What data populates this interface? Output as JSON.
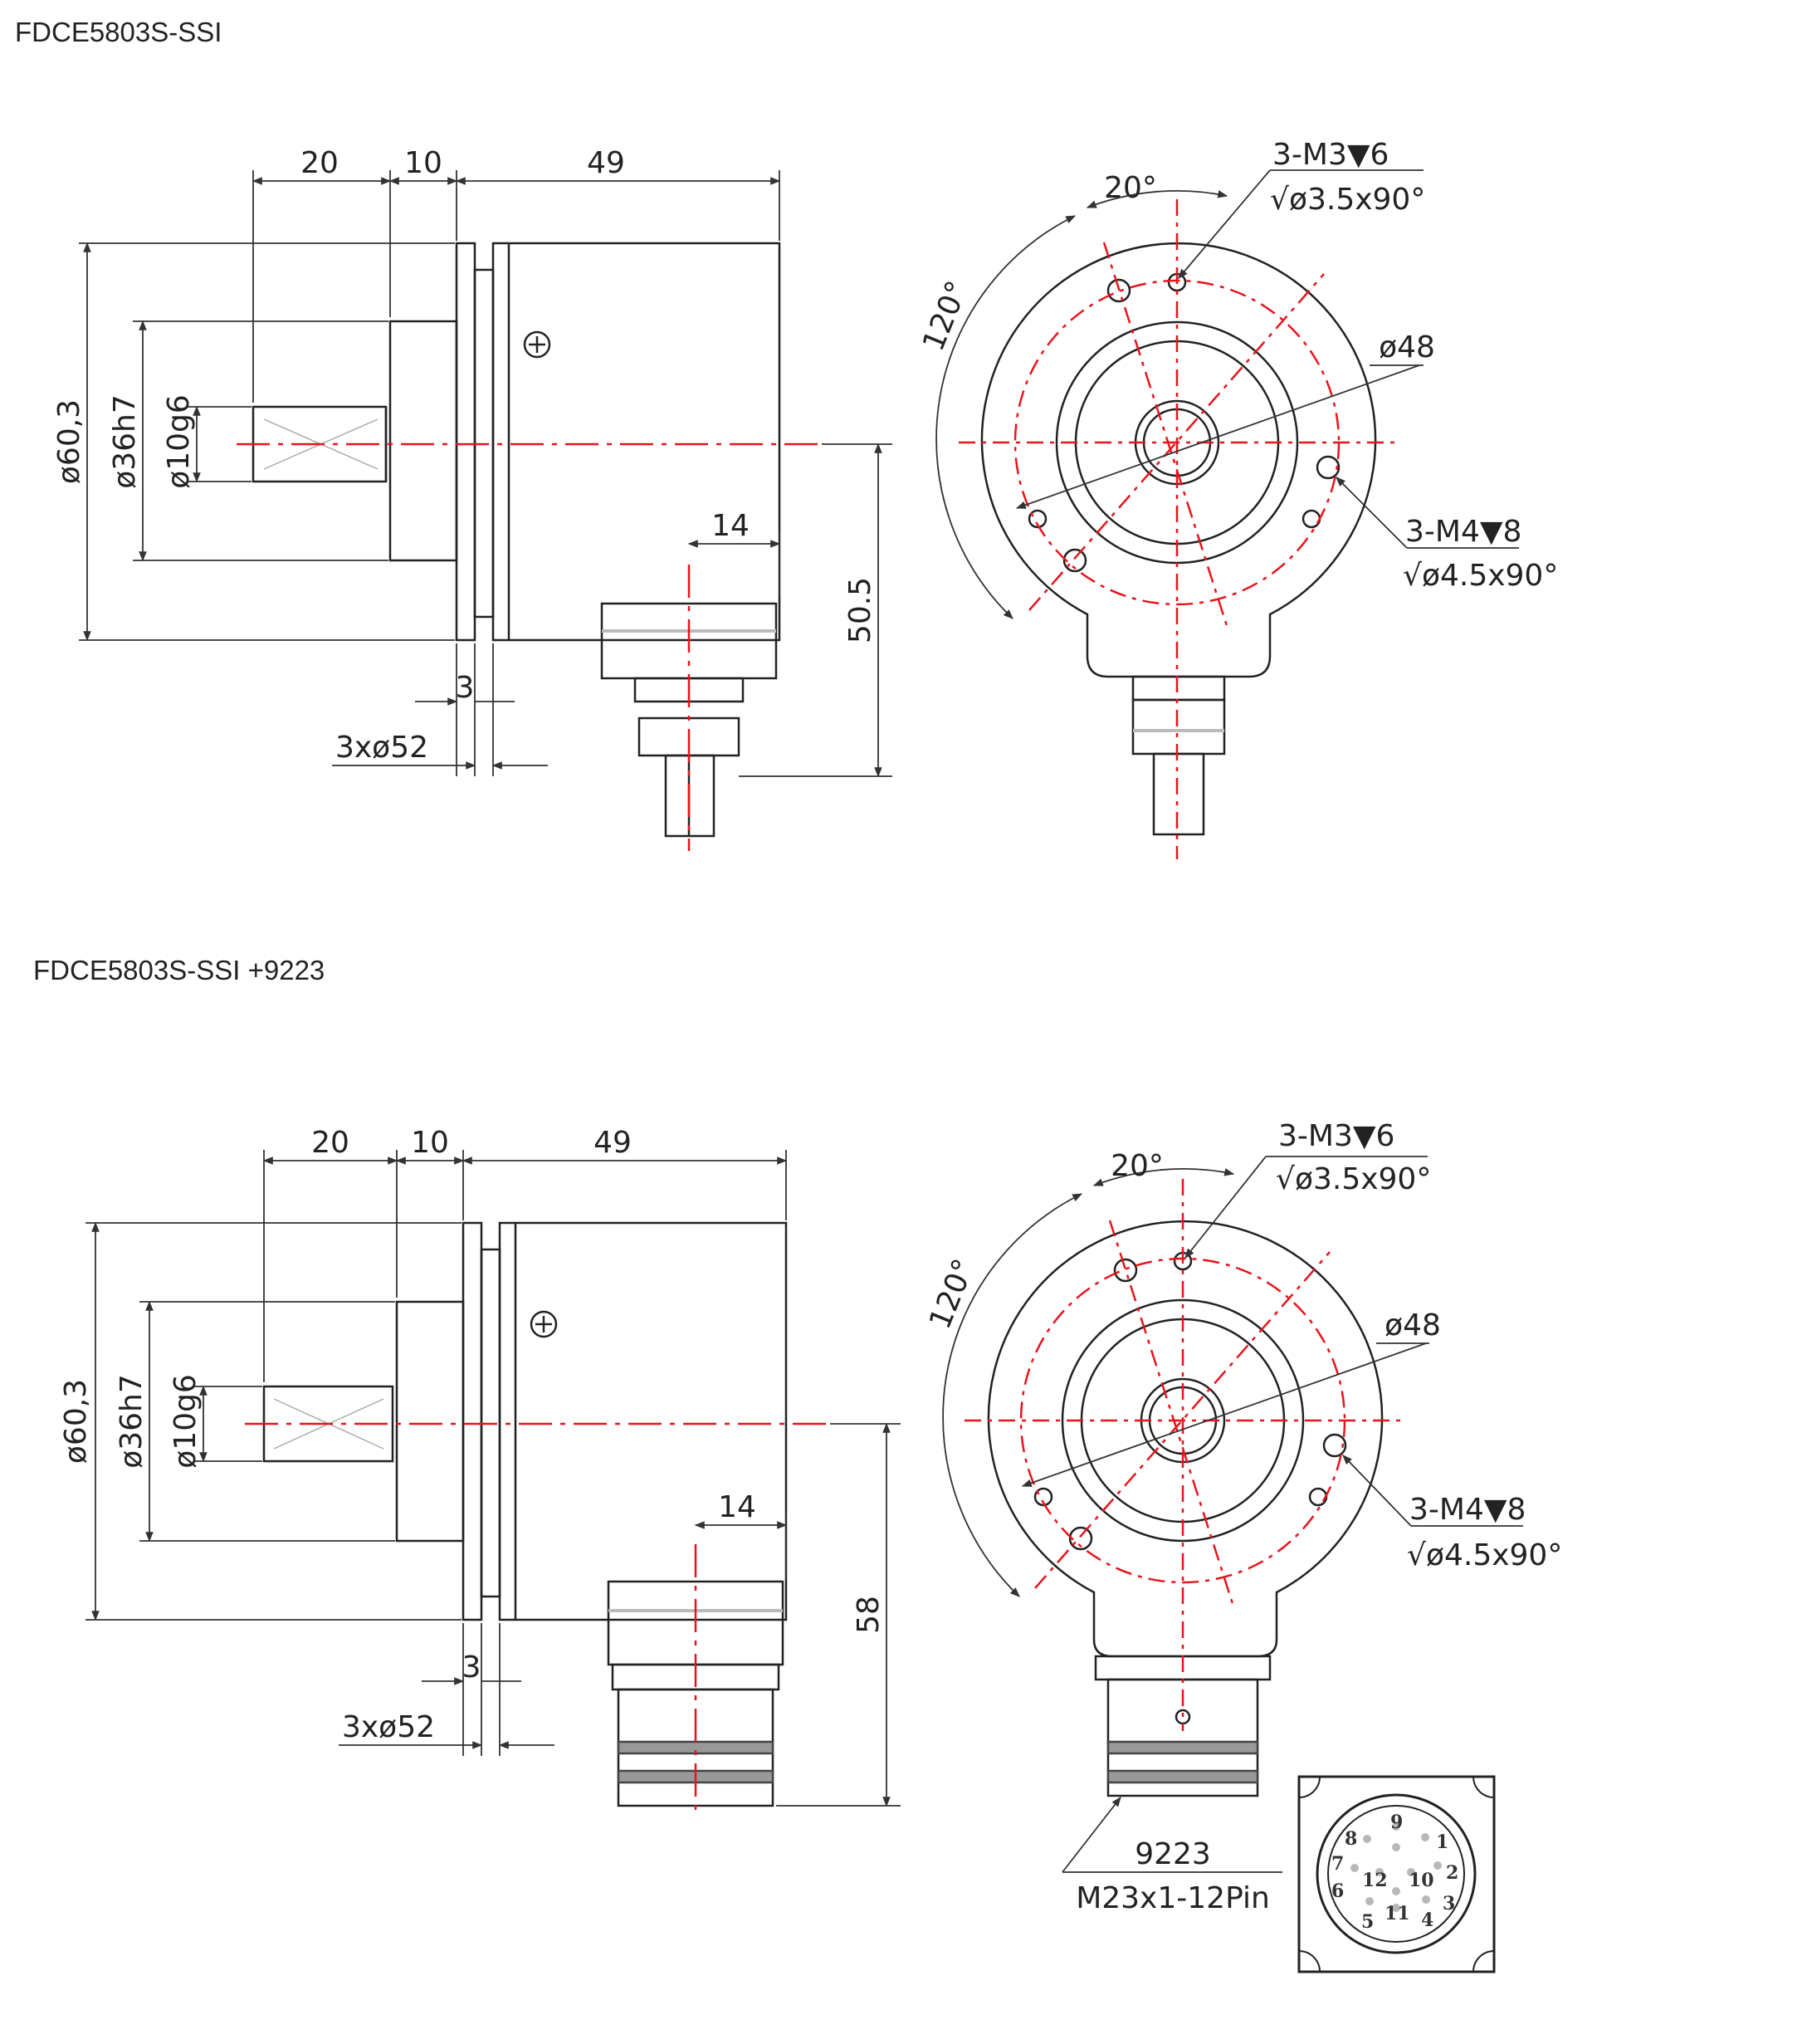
{
  "drawings": [
    {
      "title": "FDCE5803S-SSI",
      "dims": {
        "d20": "20",
        "d10": "10",
        "d49": "49",
        "d_body": "ø60,3",
        "d_spigot": "ø36h7",
        "d_shaft": "ø10g6",
        "d14": "14",
        "d_height": "50.5",
        "d3": "3",
        "d_flange": "3xø52",
        "angle_20": "20°",
        "angle_120": "120°",
        "d48": "ø48",
        "m3_line1": "3-M3▼6",
        "m3_line2": "√ø3.5x90°",
        "m4_line1": "3-M4▼8",
        "m4_line2": "√ø4.5x90°"
      }
    },
    {
      "title": "FDCE5803S-SSI +9223",
      "dims": {
        "d20": "20",
        "d10": "10",
        "d49": "49",
        "d_body": "ø60,3",
        "d_spigot": "ø36h7",
        "d_shaft": "ø10g6",
        "d14": "14",
        "d_height": "58",
        "d3": "3",
        "d_flange": "3xø52",
        "angle_20": "20°",
        "angle_120": "120°",
        "d48": "ø48",
        "m3_line1": "3-M3▼6",
        "m3_line2": "√ø3.5x90°",
        "m4_line1": "3-M4▼8",
        "m4_line2": "√ø4.5x90°"
      },
      "connector": {
        "code": "9223",
        "spec": "M23x1-12Pin",
        "pins": [
          "1",
          "2",
          "3",
          "4",
          "5",
          "6",
          "7",
          "8",
          "9",
          "10",
          "11",
          "12"
        ]
      }
    }
  ],
  "colors": {
    "line": "#222222",
    "center": "#e8141c",
    "dim": "#333333"
  }
}
